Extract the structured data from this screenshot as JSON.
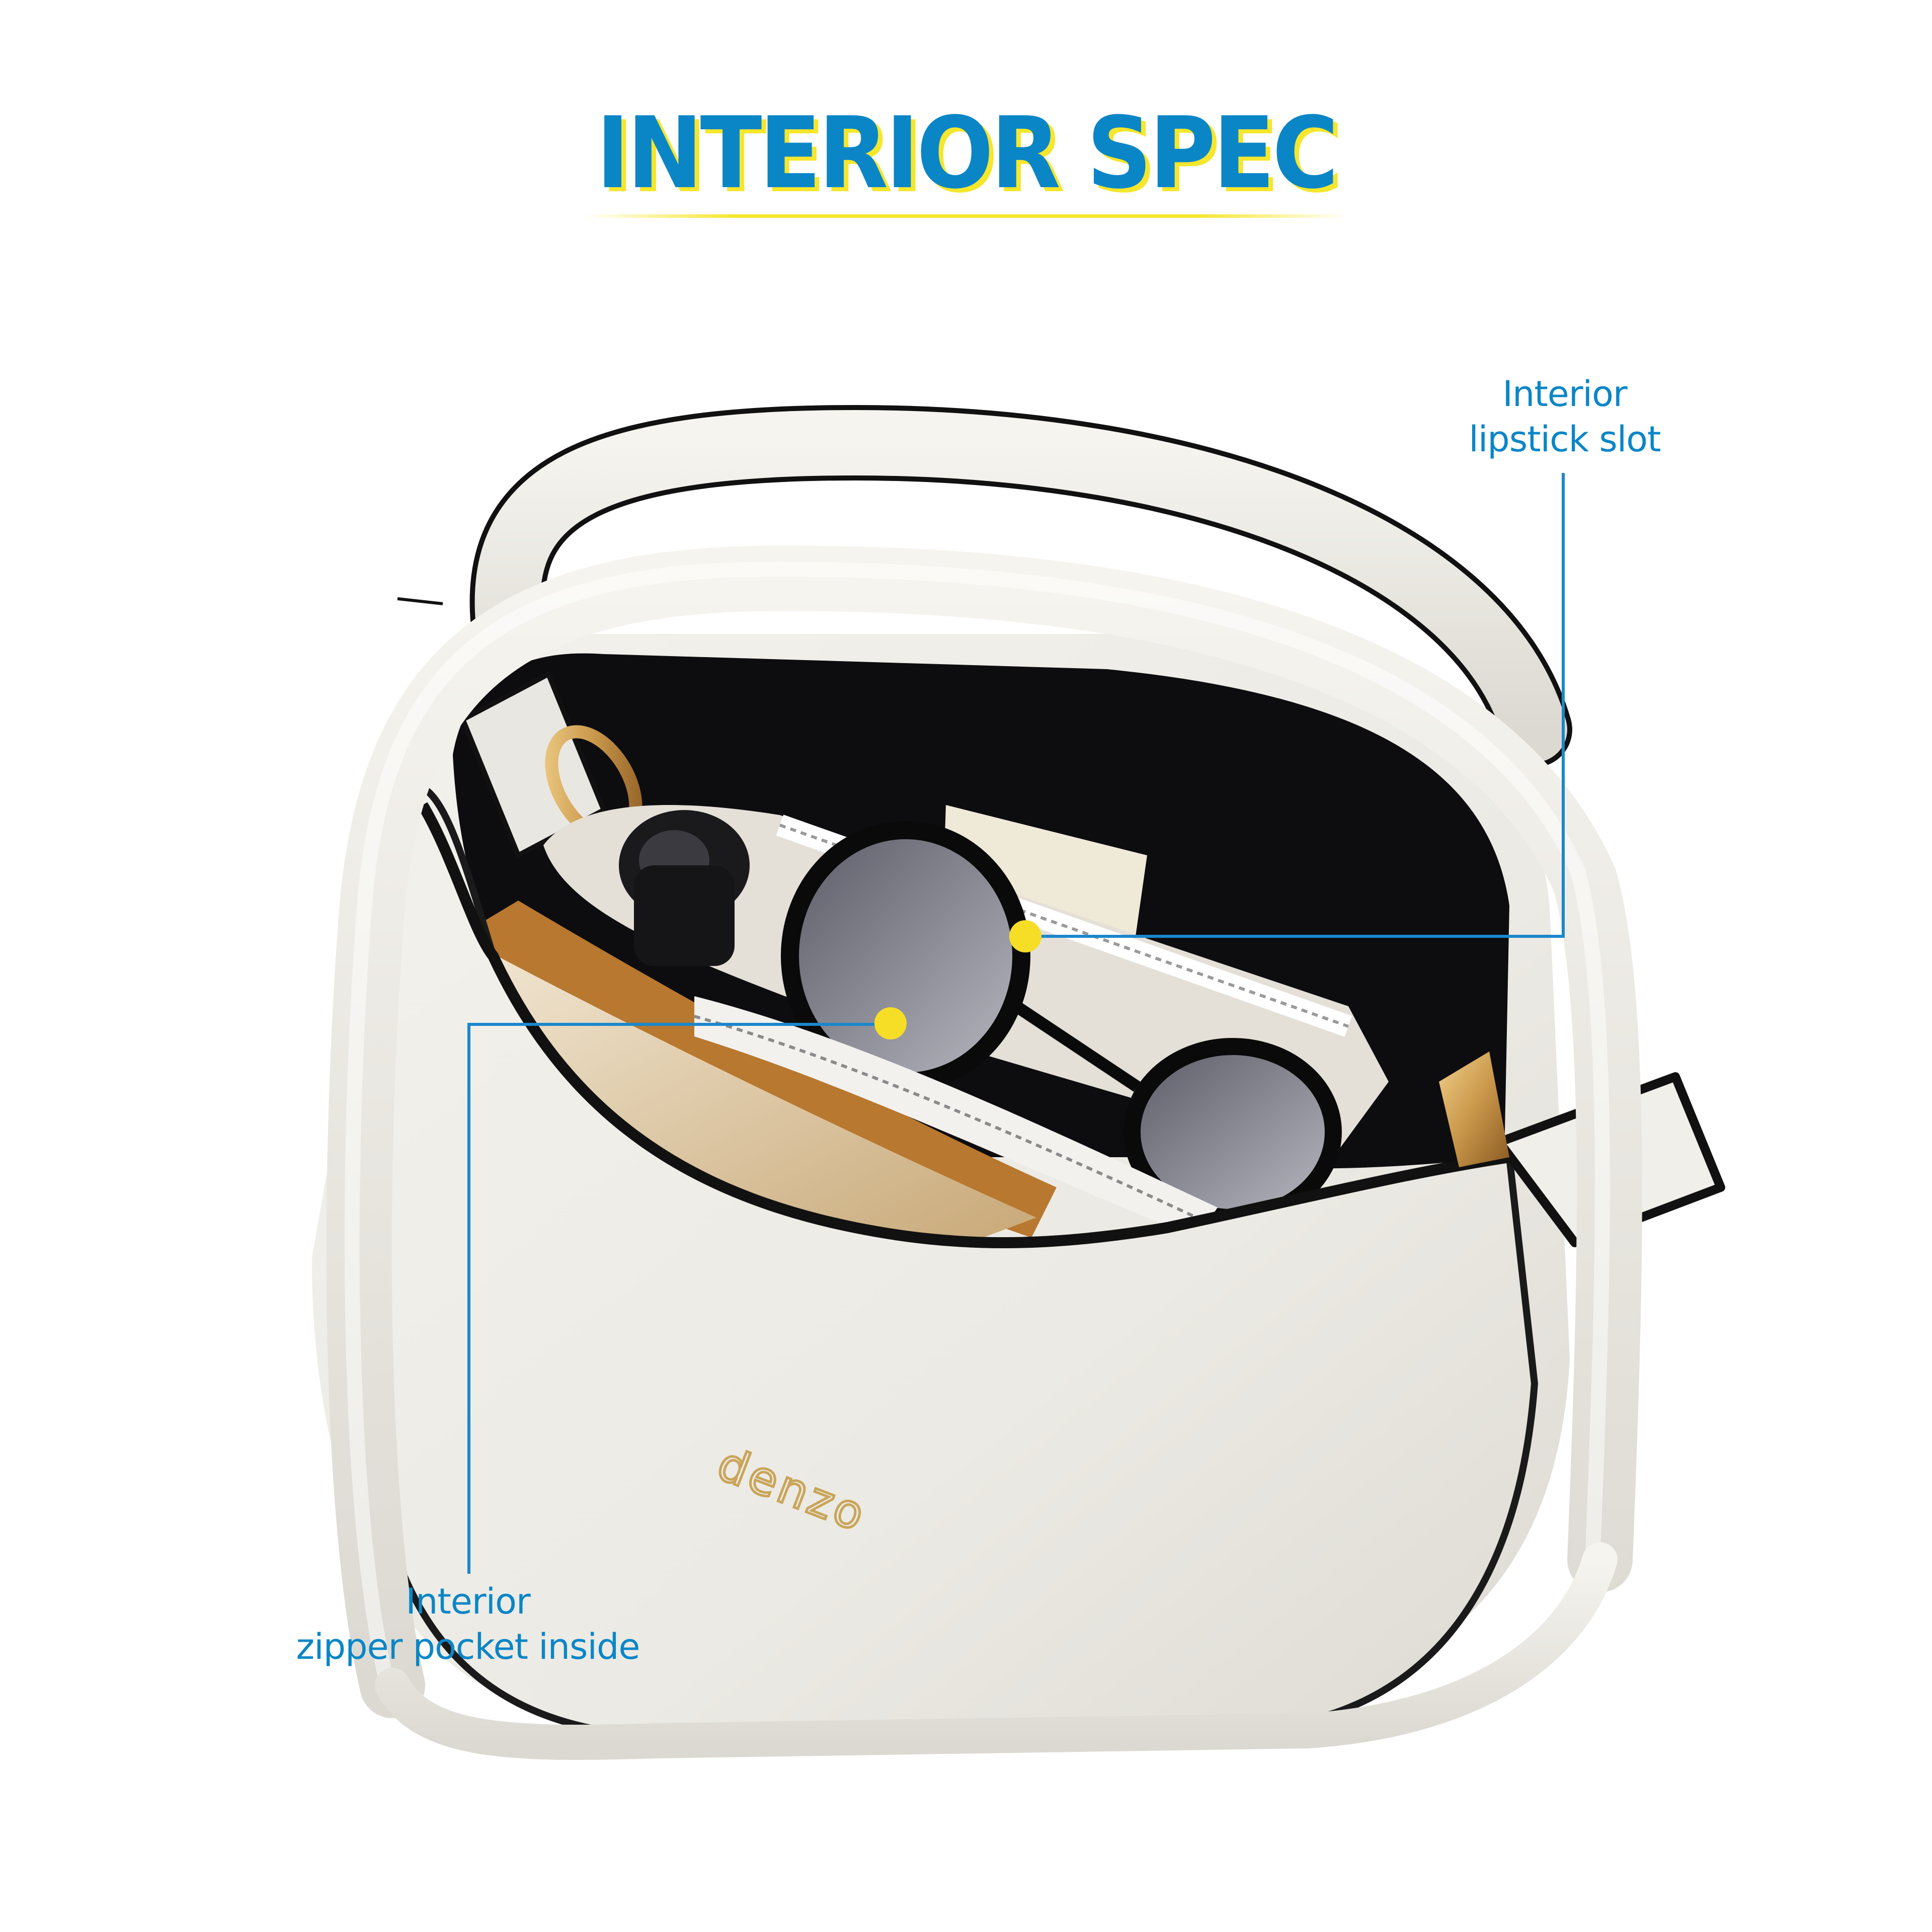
{
  "header": {
    "title": "INTERIOR SPEC"
  },
  "product": {
    "brand_logo": "denzo",
    "description": "white pebbled leather top-handle bag with black interior"
  },
  "callouts": [
    {
      "id": "lipstick-slot",
      "line1": "Interior",
      "line2": "lipstick slot"
    },
    {
      "id": "zipper-pocket",
      "line1": "Interior",
      "line2": "zipper pocket inside"
    }
  ],
  "colors": {
    "title_blue": "#0A86C7",
    "title_shadow_yellow": "#F6E62C",
    "callout_line_blue": "#1B87CC",
    "marker_yellow": "#F7DE26",
    "leather": "#EDEBE6",
    "interior_black": "#0D0D10",
    "hardware_gold": "#C9974A"
  }
}
